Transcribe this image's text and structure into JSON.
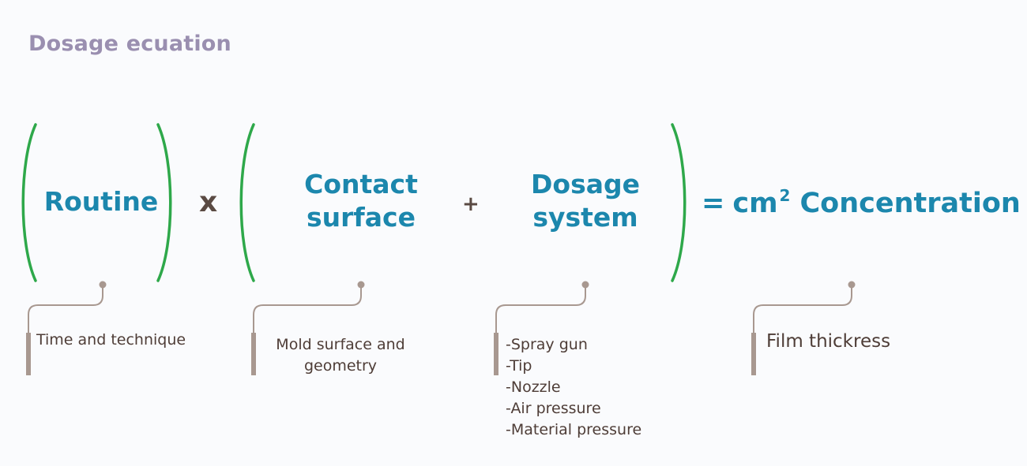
{
  "title": "Dosage ecuation",
  "terms": {
    "routine": [
      "Routine"
    ],
    "contact_surface": [
      "Contact",
      "surface"
    ],
    "dosage_system": [
      "Dosage",
      "system"
    ]
  },
  "operators": {
    "multiply": "x",
    "plus": "+",
    "equals": "="
  },
  "result": {
    "unit": "cm",
    "exponent": "2",
    "label": "Concentration"
  },
  "annotations": {
    "routine": [
      "Time and technique"
    ],
    "contact_surface": [
      "Mold surface and",
      "geometry"
    ],
    "dosage_system": [
      "-Spray gun",
      "-Tip",
      "-Nozzle",
      "-Air pressure",
      "-Material pressure"
    ],
    "result": [
      "Film thickress"
    ]
  },
  "colors": {
    "title": "#9a8fb0",
    "bracket": "#2ea84a",
    "term_text": "#1c87ad",
    "operator": "#5a4a43",
    "connector": "#a89890",
    "note_text": "#4e3d37"
  }
}
